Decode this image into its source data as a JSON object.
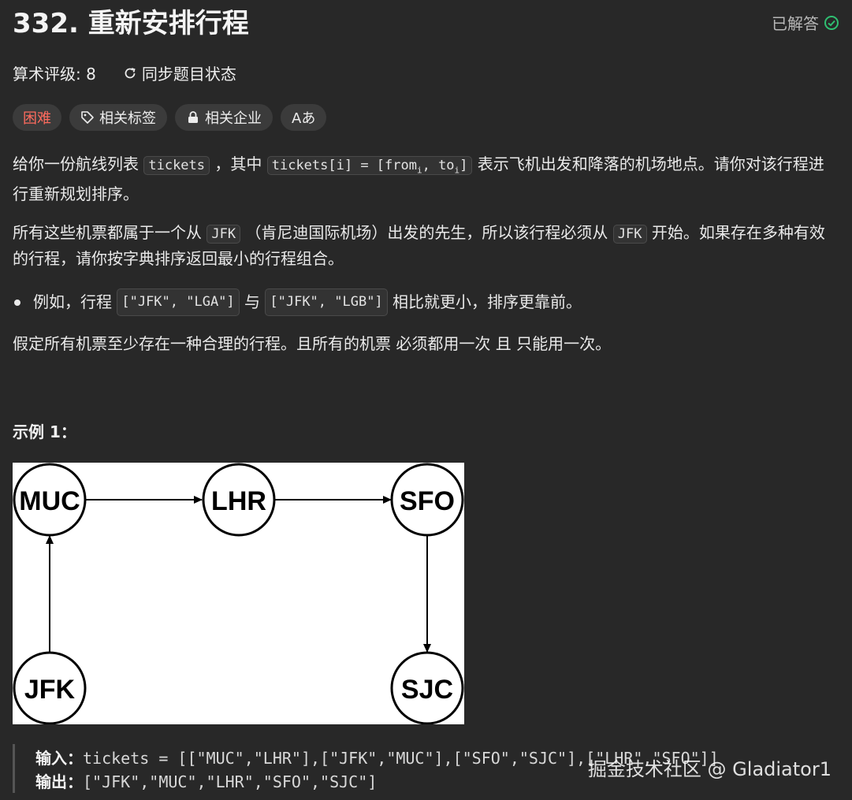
{
  "header": {
    "title": "332. 重新安排行程",
    "solved_label": "已解答"
  },
  "meta": {
    "rating_label": "算术评级: 8",
    "sync_label": "同步题目状态"
  },
  "tags": {
    "difficulty": "困难",
    "related_tags": "相关标签",
    "related_companies": "相关企业",
    "font_toggle": "Aあ"
  },
  "description": {
    "p1_a": "给你一份航线列表",
    "p1_code1": "tickets",
    "p1_b": "，其中",
    "p1_code2_a": "tickets[i] = [from",
    "p1_code2_sub1": "i",
    "p1_code2_b": ", to",
    "p1_code2_sub2": "i",
    "p1_code2_c": "]",
    "p1_c": "表示飞机出发和降落的机场地点。请你对该行程进行重新规划排序。",
    "p2_a": "所有这些机票都属于一个从",
    "p2_code1": "JFK",
    "p2_b": "（肯尼迪国际机场）出发的先生，所以该行程必须从",
    "p2_code2": "JFK",
    "p2_c": "开始。如果存在多种有效的行程，请你按字典排序返回最小的行程组合。",
    "bullet_a": "例如，行程",
    "bullet_code1": "[\"JFK\", \"LGA\"]",
    "bullet_b": "与",
    "bullet_code2": "[\"JFK\", \"LGB\"]",
    "bullet_c": "相比就更小，排序更靠前。",
    "p3": "假定所有机票至少存在一种合理的行程。且所有的机票 必须都用一次 且 只能用一次。"
  },
  "example": {
    "title": "示例 1：",
    "nodes": [
      "MUC",
      "LHR",
      "SFO",
      "JFK",
      "SJC"
    ],
    "input_label": "输入：",
    "input_value": "tickets = [[\"MUC\",\"LHR\"],[\"JFK\",\"MUC\"],[\"SFO\",\"SJC\"],[\"LHR\",\"SFO\"]]",
    "output_label": "输出：",
    "output_value": "[\"JFK\",\"MUC\",\"LHR\",\"SFO\",\"SJC\"]"
  },
  "watermark": "掘金技术社区 @ Gladiator1",
  "colors": {
    "background": "#282828",
    "difficulty": "#ff6b5e",
    "solved_check": "#2fbf71"
  }
}
